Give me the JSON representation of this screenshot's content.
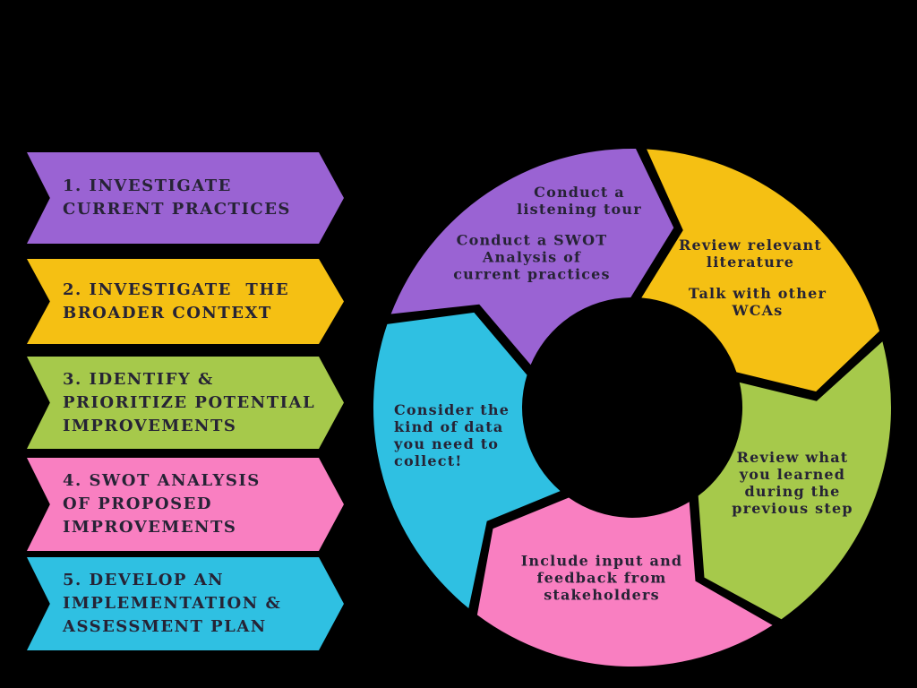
{
  "canvas": {
    "background_color": "#000000",
    "text_color": "#262335"
  },
  "steps_list": {
    "banners": [
      {
        "step": 1,
        "label": "1. INVESTIGATE\nCURRENT PRACTICES",
        "color": "#9a63d3"
      },
      {
        "step": 2,
        "label": "2. INVESTIGATE  THE\nBROADER CONTEXT",
        "color": "#f5c013"
      },
      {
        "step": 3,
        "label": "3. IDENTIFY &\nPRIORITIZE POTENTIAL\nIMPROVEMENTS",
        "color": "#a6c94b"
      },
      {
        "step": 4,
        "label": "4. SWOT ANALYSIS\nOF PROPOSED\nIMPROVEMENTS",
        "color": "#f97fc1"
      },
      {
        "step": 5,
        "label": "5. DEVELOP AN\nIMPLEMENTATION &\nASSESSMENT PLAN",
        "color": "#2fc0e2"
      }
    ]
  },
  "cycle": {
    "direction": "clockwise",
    "segments": [
      {
        "name": "step2-yellow",
        "color": "#f5c013",
        "start": -88,
        "end": -16
      },
      {
        "name": "step3-green",
        "color": "#a6c94b",
        "start": -16,
        "end": 56
      },
      {
        "name": "step4-pink",
        "color": "#f97fc1",
        "start": 56,
        "end": 128
      },
      {
        "name": "step5-blue",
        "color": "#2fc0e2",
        "start": 128,
        "end": 200
      },
      {
        "name": "step1-purple",
        "color": "#9a63d3",
        "start": 200,
        "end": 272
      }
    ],
    "labels": [
      {
        "segment": "step1-purple",
        "text": "Conduct a\nlistening tour"
      },
      {
        "segment": "step1-purple",
        "text": "Conduct a SWOT\nAnalysis of\ncurrent practices"
      },
      {
        "segment": "step2-yellow",
        "text": "Review relevant\nliterature"
      },
      {
        "segment": "step2-yellow",
        "text": "Talk with other\nWCAs"
      },
      {
        "segment": "step3-green",
        "text": "Review what\nyou learned\nduring the\nprevious step"
      },
      {
        "segment": "step4-pink",
        "text": "Include input and\nfeedback from\nstakeholders"
      },
      {
        "segment": "step5-blue",
        "text": "Consider the\nkind of data\nyou need to\ncollect!"
      }
    ]
  }
}
